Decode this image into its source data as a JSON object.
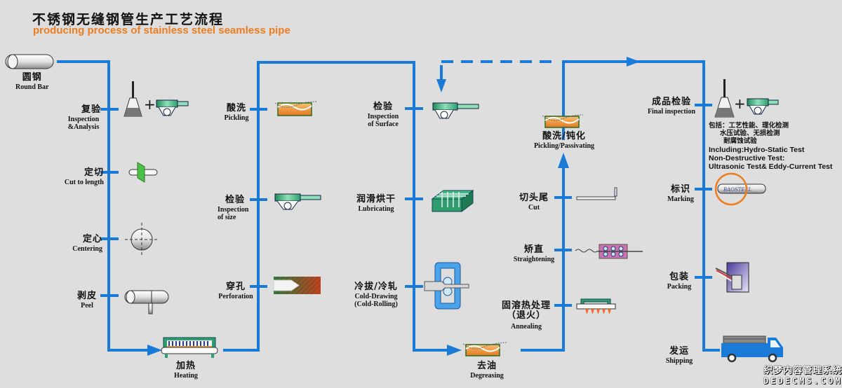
{
  "title": {
    "cn": "不锈钢无缝钢管生产工艺流程",
    "en": "producing process of stainless steel seamless pipe"
  },
  "colors": {
    "background": "#dedede",
    "flow_line": "#1a7ad8",
    "title_accent": "#ec7d21",
    "equipment_green": "#2e9e6e",
    "marking_circle": "#ec7d21"
  },
  "steps": [
    {
      "id": "round-bar",
      "cn": "圆钢",
      "en": "Round Bar",
      "icon": "round-bar-icon"
    },
    {
      "id": "inspection-analysis",
      "cn": "复验",
      "en": "Inspection\n&Analysis",
      "icon": "flask-and-caliper-icon"
    },
    {
      "id": "cut-to-length",
      "cn": "定切",
      "en": "Cut to length",
      "icon": "saw-blade-icon"
    },
    {
      "id": "centering",
      "cn": "定心",
      "en": "Centering",
      "icon": "crosshair-circle-icon"
    },
    {
      "id": "peel",
      "cn": "剥皮",
      "en": "Peel",
      "icon": "peeling-bar-icon"
    },
    {
      "id": "heating",
      "cn": "加热",
      "en": "Heating",
      "icon": "furnace-icon"
    },
    {
      "id": "pickling",
      "cn": "酸洗",
      "en": "Pickling",
      "icon": "acid-tank-icon"
    },
    {
      "id": "inspection-size",
      "cn": "检验",
      "en": "Inspection\nof size",
      "icon": "caliper-icon"
    },
    {
      "id": "perforation",
      "cn": "穿孔",
      "en": "Perforation",
      "icon": "piercing-plug-icon"
    },
    {
      "id": "inspection-surface",
      "cn": "检验",
      "en": "Inspection\nof Surface",
      "icon": "caliper-icon"
    },
    {
      "id": "lubricating",
      "cn": "润滑烘干",
      "en": "Lubricating",
      "icon": "drying-rack-icon"
    },
    {
      "id": "cold-drawing",
      "cn": "冷拔/冷轧",
      "en": "Cold-Drawing\n(Cold-Rolling)",
      "icon": "rolling-mill-icon"
    },
    {
      "id": "degreasing",
      "cn": "去油",
      "en": "Degreasing",
      "icon": "degreasing-tank-icon"
    },
    {
      "id": "annealing",
      "cn": "固溶热处理\n（退火）",
      "en": "Annealing",
      "icon": "annealing-furnace-icon"
    },
    {
      "id": "straightening",
      "cn": "矫直",
      "en": "Straightening",
      "icon": "straightener-icon"
    },
    {
      "id": "cut",
      "cn": "切头尾",
      "en": "Cut",
      "icon": "cut-blade-icon"
    },
    {
      "id": "pickling-passivating",
      "cn": "酸洗/钝化",
      "en": "Pickling/Passivating",
      "icon": "acid-tank-icon"
    },
    {
      "id": "final-inspection",
      "cn": "成品检验",
      "en": "Final inspection",
      "icon": "flask-and-caliper-icon"
    },
    {
      "id": "marking",
      "cn": "标识",
      "en": "Marking",
      "icon": "marked-pipe-icon"
    },
    {
      "id": "packing",
      "cn": "包装",
      "en": "Packing",
      "icon": "pipe-bundle-icon"
    },
    {
      "id": "shipping",
      "cn": "发运",
      "en": "Shipping",
      "icon": "truck-icon"
    }
  ],
  "final_inspection_note": {
    "cn": [
      "包括：工艺性能、理化检测",
      "      水压试验、无损检测",
      "        耐腐蚀试验"
    ],
    "en": [
      "Including:Hydro-Static Test",
      "Non-Destructive Test:",
      "Ultrasonic Test& Eddy-Current Test"
    ]
  },
  "plus_sign": "+",
  "marking_text": "BAOSTEEL",
  "watermark": {
    "line1": "织梦内容管理系统",
    "line2": "DEDECMS.COM"
  }
}
